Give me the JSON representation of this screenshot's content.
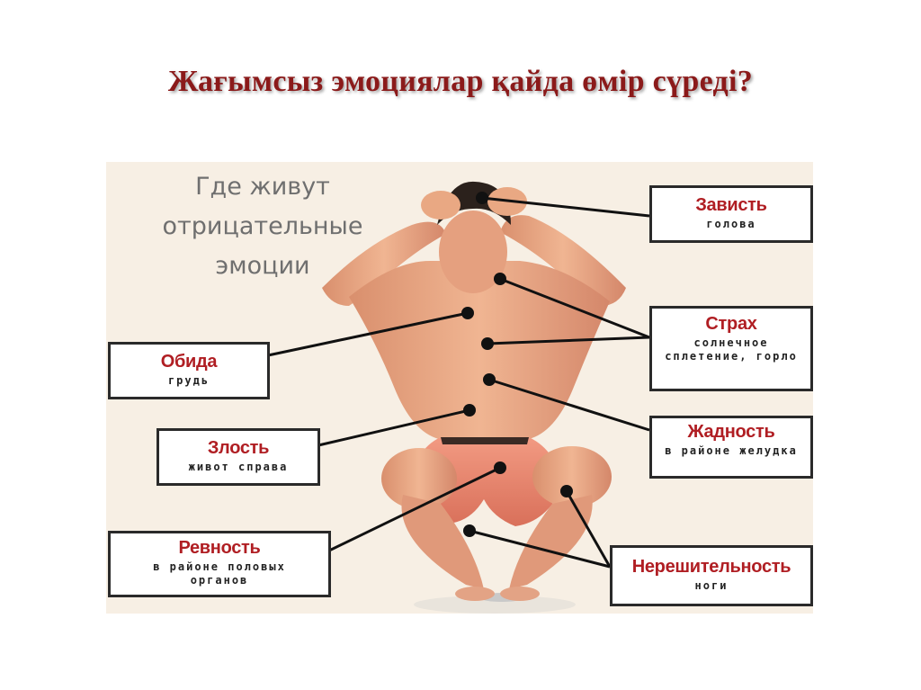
{
  "slide": {
    "title": "Жағымсыз эмоциялар қайда өмір сүреді?"
  },
  "figure": {
    "heading_lines": [
      "Где живут",
      "отрицательные",
      "эмоции"
    ],
    "labels": [
      {
        "id": "envy",
        "title": "Зависть",
        "location": "голова"
      },
      {
        "id": "fear",
        "title": "Страх",
        "location": "солнечное сплетение, горло"
      },
      {
        "id": "resentment",
        "title": "Обида",
        "location": "грудь"
      },
      {
        "id": "anger",
        "title": "Злость",
        "location": "живот справа"
      },
      {
        "id": "greed",
        "title": "Жадность",
        "location": "в районе желудка"
      },
      {
        "id": "jealousy",
        "title": "Ревность",
        "location": "в районе половых органов"
      },
      {
        "id": "indecision",
        "title": "Нерешительность",
        "location": "ноги"
      }
    ],
    "colors": {
      "title": "#8b1a1a",
      "label_title": "#b01e23",
      "panel_bg": "#f7efe4",
      "skin": "#e9a883",
      "shorts": "#e8826a",
      "marker": "#111111"
    }
  }
}
